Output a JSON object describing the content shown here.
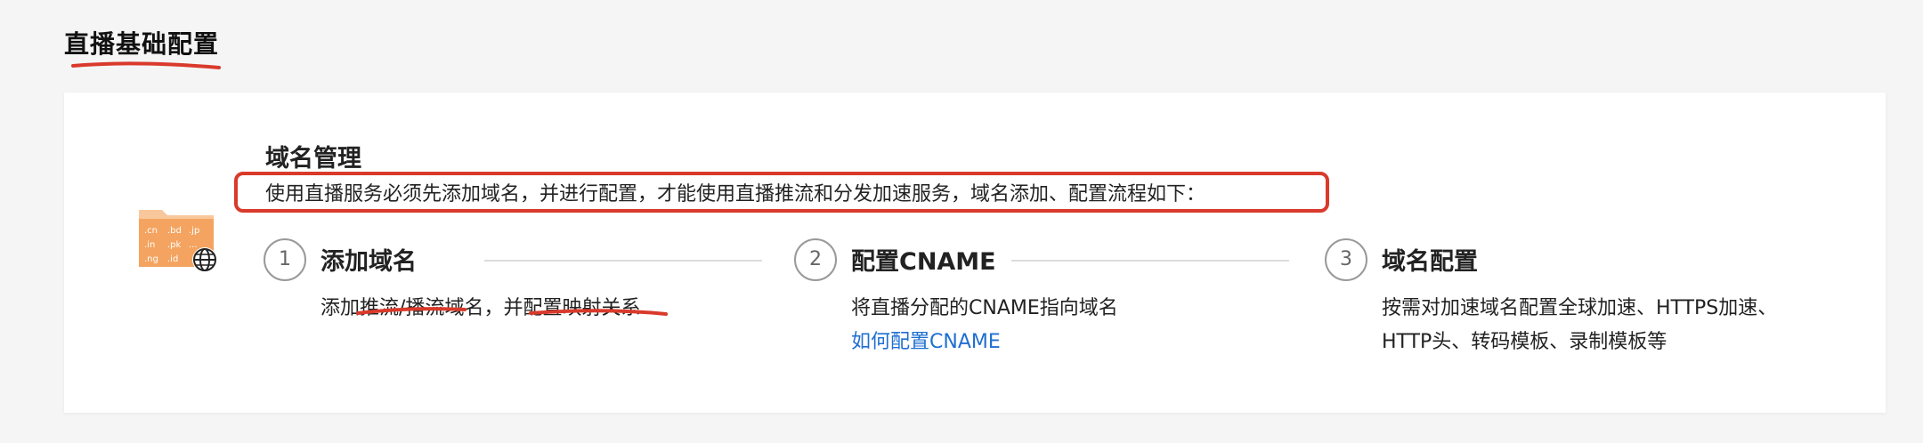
{
  "page": {
    "heading": "直播基础配置"
  },
  "domain_management": {
    "title": "域名管理",
    "description": "使用直播服务必须先添加域名，并进行配置，才能使用直播推流和分发加速服务，域名添加、配置流程如下："
  },
  "illustration": {
    "tags": [
      ".cn",
      ".bd",
      ".jp",
      ".in",
      ".pk",
      "...",
      ".ng",
      ".id"
    ]
  },
  "steps": [
    {
      "number": "1",
      "title": "添加域名",
      "text_parts": [
        "添加",
        "推流/播流",
        "域名，并",
        "配置映射关系"
      ]
    },
    {
      "number": "2",
      "title": "配置CNAME",
      "text": "将直播分配的CNAME指向域名",
      "link": "如何配置CNAME"
    },
    {
      "number": "3",
      "title": "域名配置",
      "line1": "按需对加速域名配置全球加速、HTTPS加速、",
      "line2": "HTTP头、转码模板、录制模板等"
    }
  ],
  "colors": {
    "annotation_red": "#d93a2b",
    "link_blue": "#1f6fd1",
    "illustration_orange": "#f4a460"
  }
}
